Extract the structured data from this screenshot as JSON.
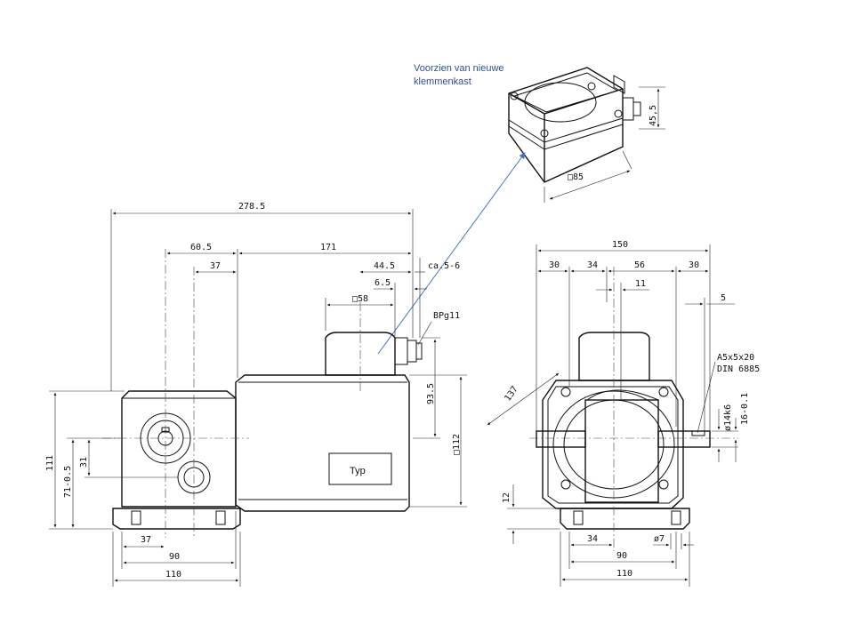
{
  "note": {
    "line1": "Voorzien van nieuwe",
    "line2": "klemmenkast"
  },
  "accent_color": "#4472c4",
  "terminal_box": {
    "dim_height": "45,5",
    "dim_square": "□85"
  },
  "side_view": {
    "overall_length": "278.5",
    "gear_offset": "60.5",
    "motor_length": "171",
    "shaft_offset": "37",
    "box_offset": "44.5",
    "box_clearance": "ca.5-6",
    "box_step": "6.5",
    "box_square": "□58",
    "cable_gland": "BPg11",
    "box_height": "93.5",
    "motor_square": "□112",
    "housing_height": "111",
    "shaft_height": "71-0.5",
    "hub_height": "31",
    "foot_offset": "37",
    "foot_width": "90",
    "base_width": "110",
    "plate_label": "Typ"
  },
  "front_view": {
    "width": "150",
    "seg1": "30",
    "seg2": "34",
    "seg3": "56",
    "seg4": "30",
    "hub": "11",
    "key_offset": "5",
    "key_spec_1": "A5x5x20",
    "key_spec_2": "DIN 6885",
    "diagonal": "137",
    "shaft_dia": "ø14k6",
    "shaft_len": "16-0.1",
    "foot_height": "12",
    "foot_offset": "34",
    "hole_dia": "ø7",
    "foot_width": "90",
    "base_width": "110"
  }
}
